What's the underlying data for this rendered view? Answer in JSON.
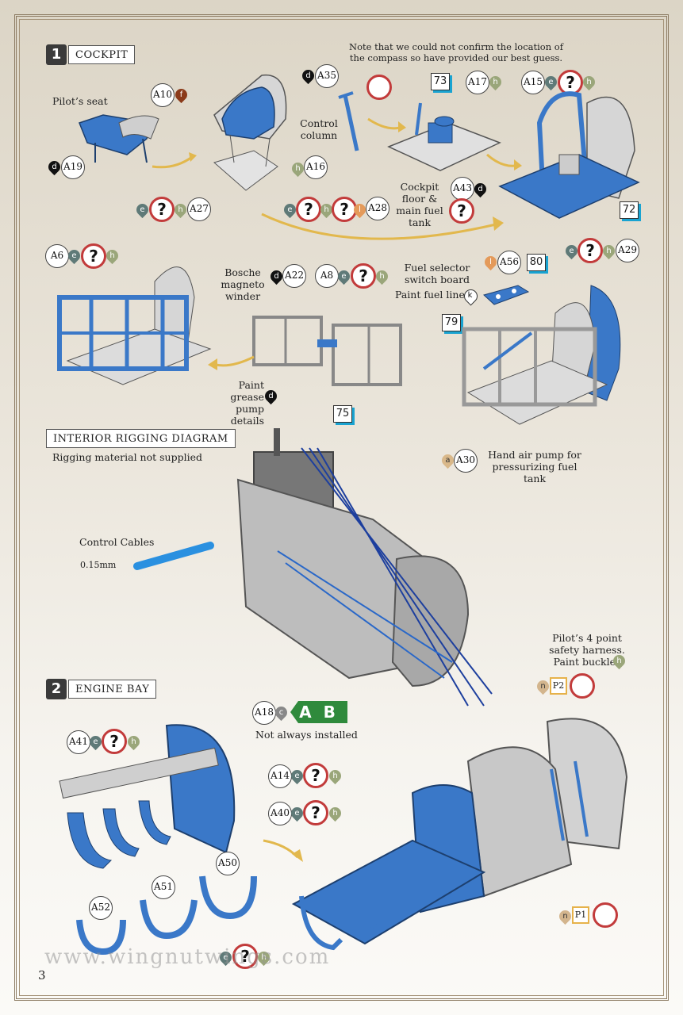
{
  "page_number": "3",
  "watermark": "www.wingnutwings.com",
  "section1": {
    "number": "1",
    "title": "COCKPIT"
  },
  "section2": {
    "number": "2",
    "title": "ENGINE BAY"
  },
  "rigging": {
    "title": "INTERIOR RIGGING DIAGRAM",
    "subtitle": "Rigging material not supplied",
    "cables_label": "Control Cables",
    "cable_size": "0.15mm"
  },
  "notes": {
    "compass": "Note that we could not confirm the location of the compass so have provided our best guess.",
    "pilots_seat": "Pilot’s seat",
    "control_column": "Control column",
    "cockpit_floor": "Cockpit floor & main fuel tank",
    "bosche": "Bosche magneto winder",
    "fuel_selector": "Fuel selector switch board",
    "paint_fuel_lines": "Paint fuel lines",
    "paint_grease": "Paint grease pump details",
    "hand_air_pump": "Hand air pump for pressurizing fuel tank",
    "not_always": "Not always installed",
    "harness": "Pilot’s 4 point safety harness. Paint buckles",
    "ab": "A B"
  },
  "parts": {
    "A10": "A10",
    "A19": "A19",
    "A27": "A27",
    "A35": "A35",
    "A16": "A16",
    "A28": "A28",
    "A17": "A17",
    "A43": "A43",
    "A15": "A15",
    "A6": "A6",
    "A22": "A22",
    "A8": "A8",
    "A56": "A56",
    "A29": "A29",
    "A30": "A30",
    "A18": "A18",
    "A41": "A41",
    "A14": "A14",
    "A40": "A40",
    "A50": "A50",
    "A51": "A51",
    "A52": "A52",
    "P1": "P1",
    "P2": "P2"
  },
  "steps": {
    "s73": "73",
    "s72": "72",
    "s75": "75",
    "s79": "79",
    "s80": "80"
  },
  "colors": {
    "e": "#5f7a78",
    "h": "#9aa67a",
    "f": "#8b3a1a",
    "d": "#111111",
    "l": "#e49a5a",
    "k": "#ffffff",
    "a": "#d9b88a",
    "c": "#888888",
    "n": "#d3b58d",
    "blue": "#3a78c8",
    "question": "#c23b3b"
  },
  "question_mark": "?",
  "paint_codes": {
    "a": "a",
    "c": "c",
    "d": "d",
    "e": "e",
    "f": "f",
    "h": "h",
    "k": "k",
    "l": "l",
    "n": "n"
  }
}
